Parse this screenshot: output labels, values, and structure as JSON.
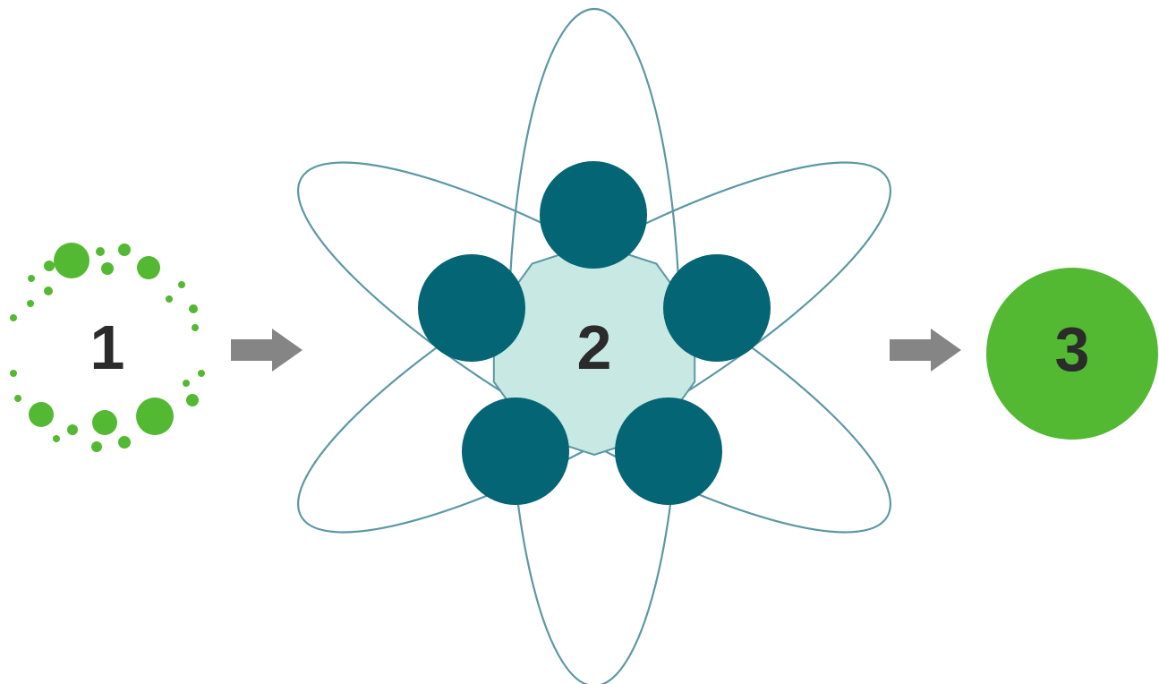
{
  "steps": [
    {
      "label": "1"
    },
    {
      "label": "2"
    },
    {
      "label": "3"
    }
  ],
  "colors": {
    "green": "#54b932",
    "teal_dark": "#046574",
    "teal_light": "#c8e8e4",
    "orbit_stroke": "#5b98a4",
    "arrow": "#858585",
    "label": "#2b2b2b"
  },
  "icons": {
    "step1": "dotted-ring-icon",
    "step2": "atom-icon",
    "step3": "solid-circle-icon",
    "arrows": "right-arrow-icon"
  }
}
